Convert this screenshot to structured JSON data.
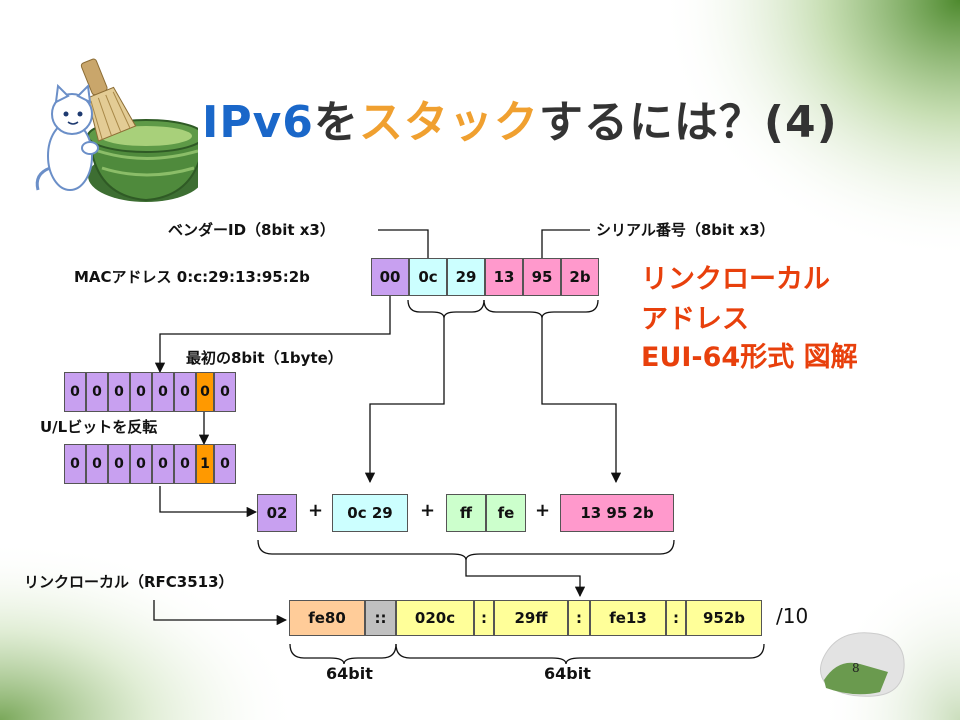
{
  "title": {
    "p1": "IPv6",
    "p2": "を",
    "p3": "スタック",
    "p4": "するには？(4)"
  },
  "labels": {
    "vendor": "ベンダーID（8bit x3）",
    "serial": "シリアル番号（8bit x3）",
    "mac": "MACアドレス 0:c:29:13:95:2b",
    "first8": "最初の8bit（1byte）",
    "ul": "U/Lビットを反転",
    "linklocal": "リンクローカル（RFC3513）",
    "bits64a": "64bit",
    "bits64b": "64bit",
    "prefix": "/10"
  },
  "mac_bytes": [
    "00",
    "0c",
    "29",
    "13",
    "95",
    "2b"
  ],
  "bits_before": [
    "0",
    "0",
    "0",
    "0",
    "0",
    "0",
    "0",
    "0"
  ],
  "bits_after": [
    "0",
    "0",
    "0",
    "0",
    "0",
    "0",
    "1",
    "0"
  ],
  "eui": {
    "b1": "02",
    "b2": "0c 29",
    "b3": "ff",
    "b4": "fe",
    "b5": "13 95 2b",
    "plus": "+"
  },
  "address": {
    "g1": "fe80",
    "sep0": "::",
    "g2": "020c",
    "g3": "29ff",
    "g4": "fe13",
    "g5": "952b",
    "colon": ":"
  },
  "note": {
    "line1": "リンクローカル",
    "line2": "アドレス",
    "line3": "EUI-64形式 図解"
  },
  "page_number": "8",
  "colors": {
    "vendor": "#c8a0f0",
    "nic": "#ccffff",
    "serial": "#ff99cc",
    "ul_bit": "#ff9900",
    "fffe": "#ccffcc",
    "prefix": "#ffcc99",
    "addr": "#ffff99",
    "accent": "#e8400c"
  }
}
